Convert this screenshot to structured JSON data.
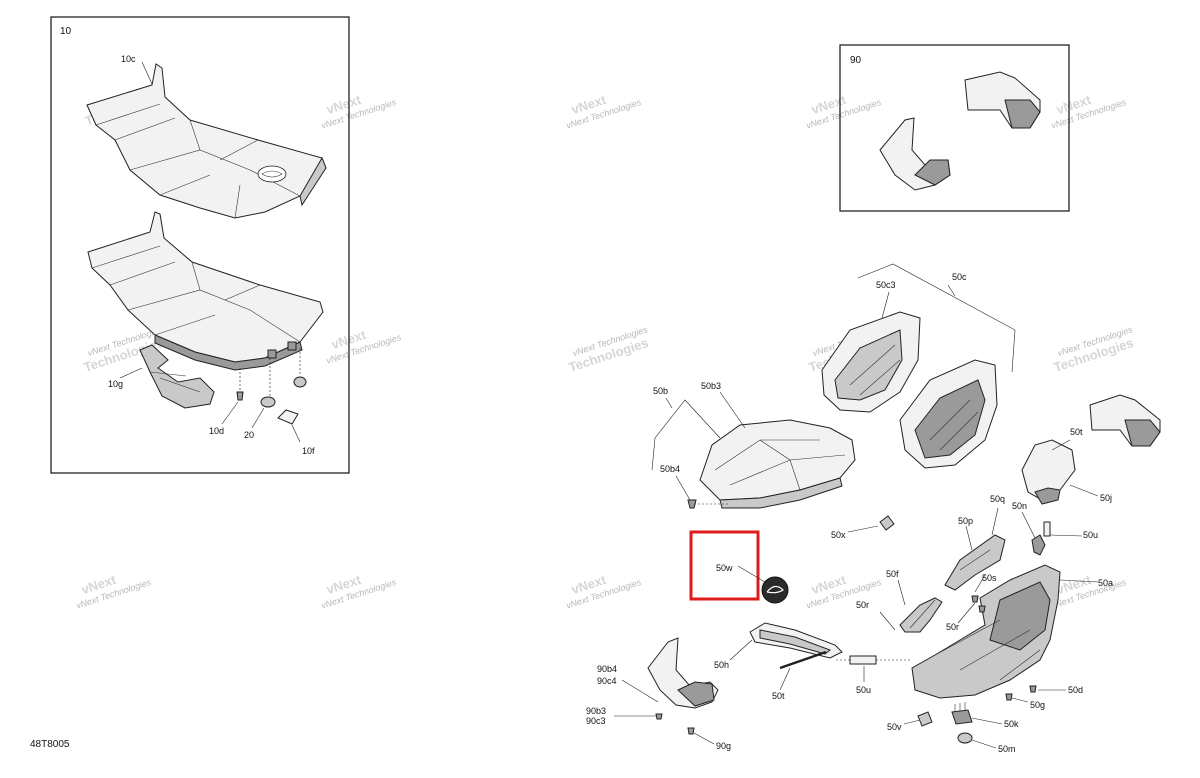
{
  "diagram_id": "48T8005",
  "watermark": {
    "line1": "vNext",
    "line2": "Technologies",
    "combined": "vNext Technologies"
  },
  "inset_boxes": {
    "box10": {
      "label": "10"
    },
    "box90": {
      "label": "90"
    }
  },
  "callouts": {
    "c10c": "10c",
    "c10g": "10g",
    "c10d": "10d",
    "c20": "20",
    "c10f": "10f",
    "c50c": "50c",
    "c50c3": "50c3",
    "c50b": "50b",
    "c50b3": "50b3",
    "c50b4": "50b4",
    "c50t_top": "50t",
    "c50j": "50j",
    "c50q": "50q",
    "c50n": "50n",
    "c50p": "50p",
    "c50u_top": "50u",
    "c50x": "50x",
    "c50s": "50s",
    "c50a": "50a",
    "c50w": "50w",
    "c50f": "50f",
    "c50r_a": "50r",
    "c50r_b": "50r",
    "c50h": "50h",
    "c50t_bot": "50t",
    "c50u_bot": "50u",
    "c50d": "50d",
    "c50g": "50g",
    "c50k": "50k",
    "c50v": "50v",
    "c50m": "50m",
    "c90b4": "90b4",
    "c90c4": "90c4",
    "c90b3": "90b3",
    "c90c3": "90c3",
    "c90g": "90g"
  },
  "highlight": {
    "callout": "50w",
    "color": "#e01b1b"
  }
}
